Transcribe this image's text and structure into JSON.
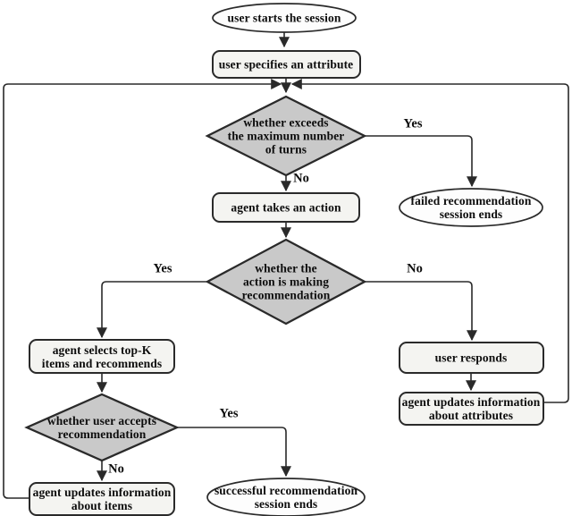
{
  "diagram": {
    "type": "flowchart",
    "description": "conversational recommendation session flow"
  },
  "colors": {
    "background": "#ffffff",
    "line": "#2a2a2a",
    "text": "#0d0d0d",
    "terminal-fill": "#fdfdfd",
    "process-fill": "#f4f4f1",
    "decision-fill": "#c9c9c9"
  },
  "nodes": {
    "start": {
      "type": "terminal",
      "lines": [
        "user starts the session"
      ]
    },
    "specify_attribute": {
      "type": "process",
      "lines": [
        "user specifies an attribute"
      ]
    },
    "exceeds_max_turns": {
      "type": "decision",
      "lines": [
        "whether exceeds",
        "the maximum number",
        "of turns"
      ]
    },
    "agent_action": {
      "type": "process",
      "lines": [
        "agent takes an action"
      ]
    },
    "is_recommendation": {
      "type": "decision",
      "lines": [
        "whether the",
        "action is making",
        "recommendation"
      ]
    },
    "select_topk": {
      "type": "process",
      "lines": [
        "agent selects top-K",
        "items and recommends"
      ]
    },
    "user_responds": {
      "type": "process",
      "lines": [
        "user responds"
      ]
    },
    "update_attributes": {
      "type": "process",
      "lines": [
        "agent updates information",
        "about attributes"
      ]
    },
    "user_accepts": {
      "type": "decision",
      "lines": [
        "whether user accepts",
        "recommendation"
      ]
    },
    "update_items": {
      "type": "process",
      "lines": [
        "agent updates information",
        "about items"
      ]
    },
    "failed_end": {
      "type": "terminal",
      "lines": [
        "failed recommendation",
        "session ends"
      ]
    },
    "success_end": {
      "type": "terminal",
      "lines": [
        "successful recommendation",
        "session ends"
      ]
    }
  },
  "edge_labels": {
    "exceeds_yes": "Yes",
    "exceeds_no": "No",
    "is_rec_yes": "Yes",
    "is_rec_no": "No",
    "accepts_yes": "Yes",
    "accepts_no": "No"
  }
}
